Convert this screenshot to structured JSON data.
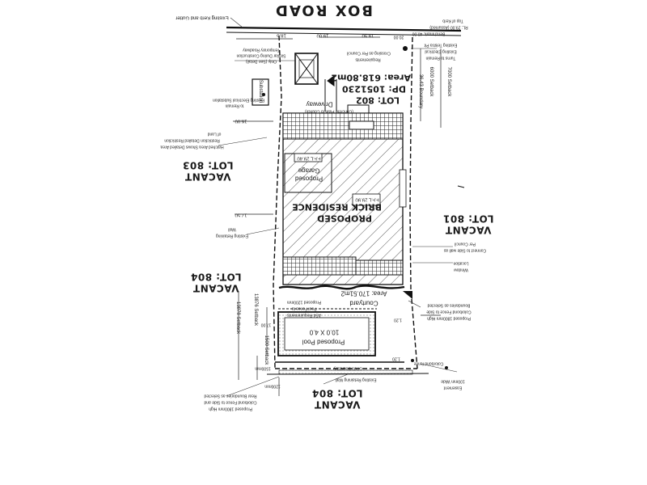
{
  "road": {
    "name": "BOX   ROAD"
  },
  "lots": {
    "lot803": {
      "line1": "VACANT",
      "line2": "LOT: 803"
    },
    "lot801": {
      "line1": "VACANT",
      "line2": "LOT: 801"
    },
    "lot804_left": {
      "line1": "VACANT",
      "line2": "LOT: 804"
    },
    "lot804_bottom": {
      "line1": "VACANT",
      "line2": "LOT: 804"
    }
  },
  "subject_lot": {
    "lot": "LOT: 802",
    "dp": "DP: 1051230",
    "area": "Area: 618.80m2"
  },
  "residence": {
    "line1": "PROPOSED",
    "line2": "BRICK RESIDENCE",
    "ffl": "F.F.L 29.90"
  },
  "garage": {
    "line1": "Proposed",
    "line2": "Garage",
    "ffl": "F.F.L 29.40"
  },
  "driveway": {
    "line1": "Driveway",
    "line2": "(Concrete Plain to Council)"
  },
  "courtyard": {
    "line1": "Courtyard",
    "line2": "Area: 170.51m2"
  },
  "pool": {
    "line1": "Proposed Pool",
    "line2": "10.0 X 4.0"
  },
  "dimensions": {
    "front_left": "18.5",
    "front_mid1": "19.00",
    "front_mid2": "19.50",
    "front_right": "20.00",
    "left_boundary": "16.00",
    "left_side": "17.50",
    "rear_left": "17.00",
    "right_boundary": "36.43 Boundary",
    "rear_boundary": "17.00 Boundary",
    "setback_front": "6000 Setback",
    "setback_right": "7000 Setback",
    "setback_rear": "13876 Setback",
    "setback_rear_outer": "13878 Setback",
    "setback_side": "1500 Setback",
    "setback_bottom": "1200mm",
    "setback_pool": "1500mm",
    "spot_level_1": "1.20",
    "spot_level_2": "1.20"
  },
  "notes": {
    "kerb": "Existing Kerb and Gutter",
    "benchmark": "Benchmark: 40.00",
    "benchmark_rl": "RL: 29.00 (Assumed)",
    "top_of_kerb": "Top of Kerb",
    "electrical_pit": "Existing Telstra Pit",
    "electrical_pit2": "Existing Electrical",
    "turn_to_remain": "Turns to Remain",
    "crossing": "Crossing as Per Council",
    "crossing2": "Requirements",
    "temp_roadway": "Temporary Roadway",
    "temp_roadway2": "Similar During Construction",
    "temp_roadway3": "Only (See Detail)",
    "existing_substation": "Existing Electrical Substation",
    "substation_remain": "to Remain",
    "substation_box": "Substation",
    "hatched_area": "Hatched Area Shows Detailed Area",
    "hatched_area2": "Restriction Detailed Restriction",
    "hatched_area3": "of Land",
    "retaining_wall": "Existing Retaining",
    "retaining_wall2": "Wall",
    "window": "Window",
    "window2": "Location",
    "side_walls": "Connect to Side wall as",
    "side_walls2": "Per Council",
    "pool_fence": "Proposed 1200mm",
    "pool_fence2": "Pool Fence to",
    "pool_fence3": "AS4 Requirements",
    "colorbond_right": "Proposed 1800mm High",
    "colorbond_right2": "Colorbond Fence to Side",
    "colorbond_right3": "Boundaries as Selected",
    "colorbond_left": "Proposed 1800mm High",
    "colorbond_left2": "Colorbond Fence to Side and",
    "colorbond_left3": "Rear Boundaries as Selected",
    "retaining_rear": "Existing Retaining Wall",
    "sewer": "100mm Wide",
    "sewer2": "Easement",
    "boundary_fence_note": "Colorbond fence"
  }
}
